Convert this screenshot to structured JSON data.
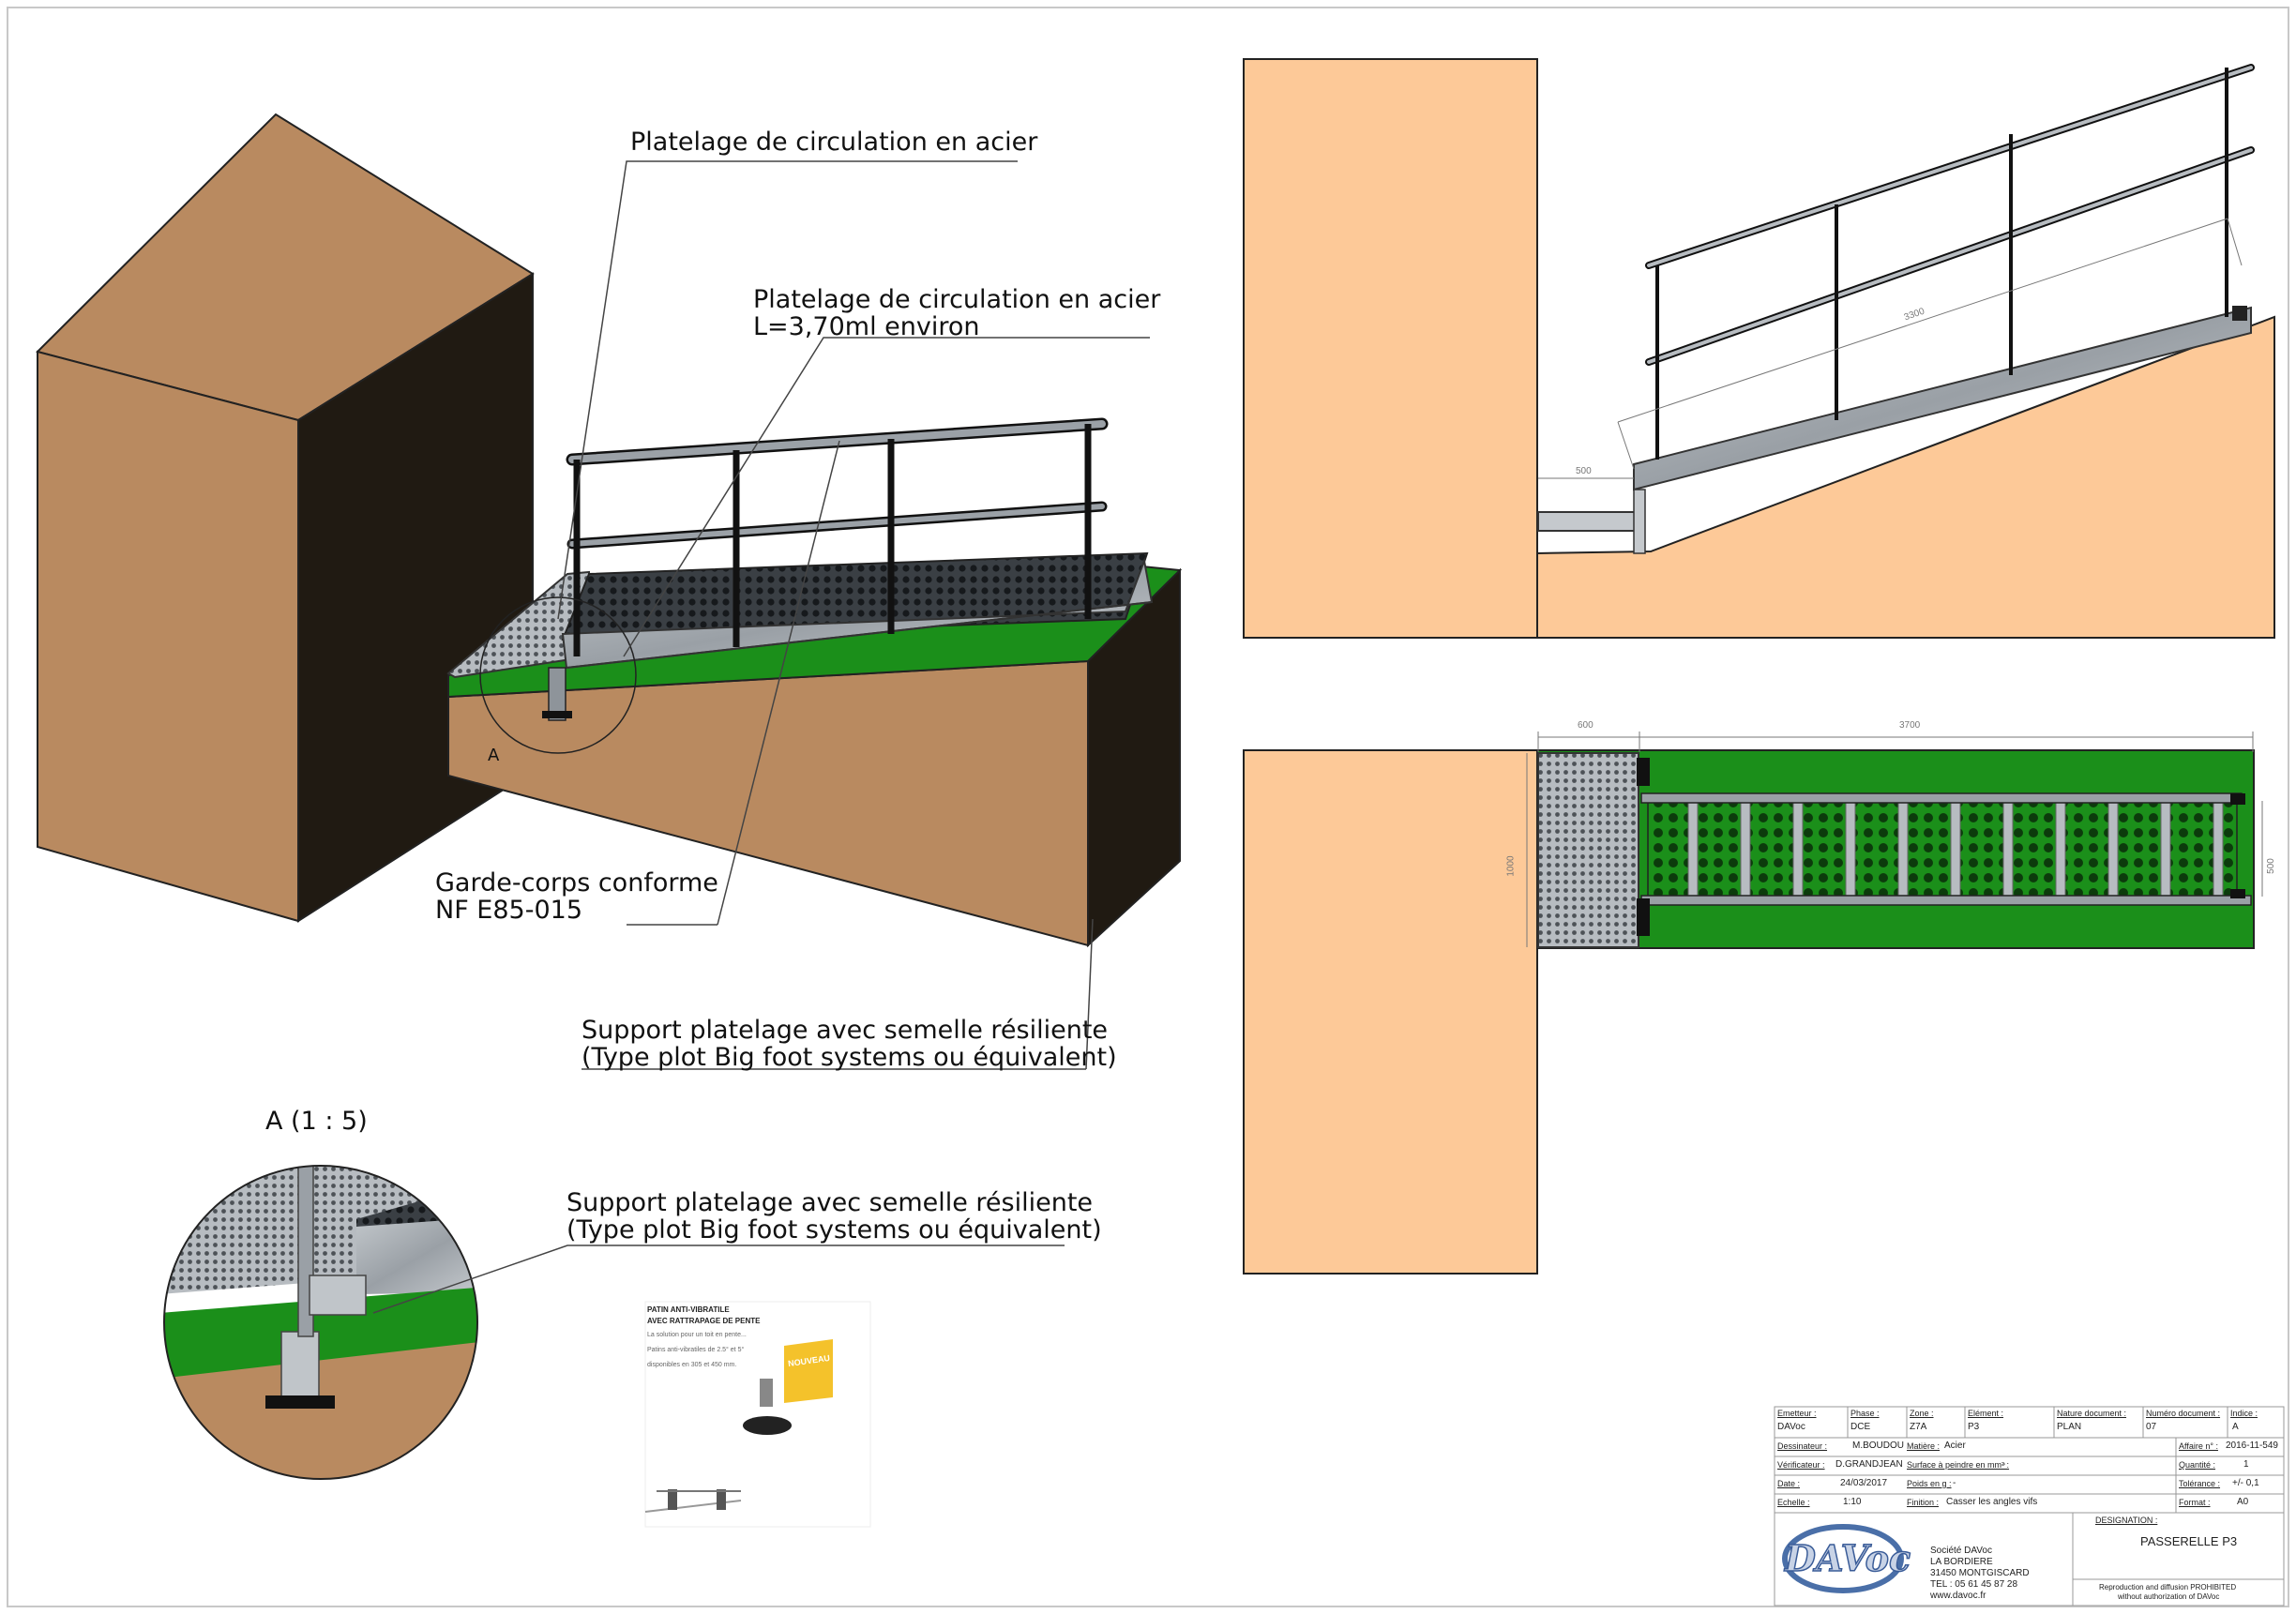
{
  "colors": {
    "block_front": "#b98a60",
    "block_side": "#201a12",
    "panel_fill": "#fdc998",
    "grass": "#1b8f1a",
    "steel": "#a8adb2",
    "rail": "#222222"
  },
  "iso_labels": {
    "deck": "Platelage de circulation en acier",
    "walkway_line1": "Platelage de circulation en acier",
    "walkway_line2": "L=3,70ml environ",
    "guard_line1": "Garde-corps conforme",
    "guard_line2": "NF E85-015",
    "support_line1": "Support platelage avec semelle résiliente",
    "support_line2": "(Type plot Big foot systems ou équivalent)",
    "detail_marker": "A"
  },
  "detail": {
    "title": "A (1 : 5)",
    "support_line1": "Support platelage avec semelle résiliente",
    "support_line2": "(Type plot Big foot systems ou équivalent)"
  },
  "dimensions": {
    "elev_len": "3300",
    "elev_landing": "500",
    "plan_landing": "600",
    "plan_len": "3700",
    "plan_width_left": "1000",
    "plan_width_right": "500"
  },
  "title_block": {
    "emetteur_label": "Emetteur :",
    "emetteur": "DAVoc",
    "phase_label": "Phase :",
    "phase": "DCE",
    "zone_label": "Zone :",
    "zone": "Z7A",
    "element_label": "Elément :",
    "element": "P3",
    "nature_label": "Nature document :",
    "nature": "PLAN",
    "numero_label": "Numéro document :",
    "numero": "07",
    "indice_label": "Indice :",
    "indice": "A",
    "dessinateur_label": "Dessinateur :",
    "dessinateur": "M.BOUDOU",
    "matiere_label": "Matière :",
    "matiere": "Acier",
    "affaire_label": "Affaire n° :",
    "affaire": "2016-11-549",
    "verificateur_label": "Vérificateur :",
    "verificateur": "D.GRANDJEAN",
    "surface_label": "Surface à peindre en mm² :",
    "surface": "-",
    "quantite_label": "Quantité :",
    "quantite": "1",
    "date_label": "Date :",
    "date": "24/03/2017",
    "poids_label": "Poids en g :",
    "poids": "-",
    "tolerance_label": "Tolérance :",
    "tolerance": "+/- 0,1",
    "echelle_label": "Echelle :",
    "echelle": "1:10",
    "finition_label": "Finition :",
    "finition": "Casser les angles vifs",
    "format_label": "Format :",
    "format": "A0",
    "designation_label": "DESIGNATION :",
    "designation": "PASSERELLE P3",
    "logo": "DAVoc",
    "company_line1": "Société DAVoc",
    "company_line2": "LA BORDIERE",
    "company_line3": "31450 MONTGISCARD",
    "company_line4": "TEL : 05 61 45 87 28",
    "company_line5": "www.davoc.fr",
    "repro_line1": "Reproduction and diffusion PROHIBITED",
    "repro_line2": "without authorization of DAVoc"
  },
  "brochure": {
    "heading1": "PATIN ANTI-VIBRATILE",
    "heading2": "AVEC RATTRAPAGE DE PENTE",
    "text1": "La solution pour un toit en pente...",
    "text2": "Patins anti-vibratiles de 2.5° et 5°",
    "text3": "disponibles en 305 et 450 mm.",
    "badge": "NOUVEAU"
  }
}
